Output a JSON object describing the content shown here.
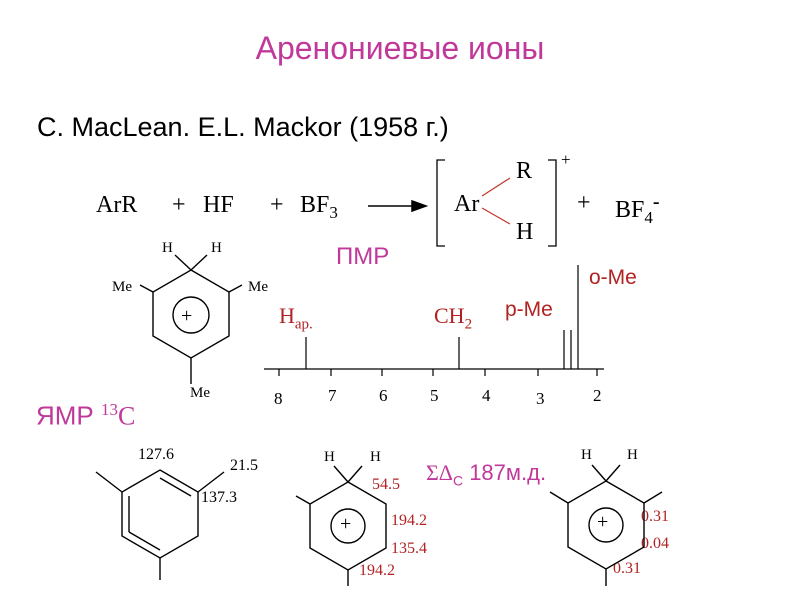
{
  "title": "Аренониевые ионы",
  "authors": "C. MacLean. E.L. Mackor (1958 г.)",
  "reaction": {
    "reactant1": "ArR",
    "plus1": "+",
    "reactant2": "HF",
    "plus2": "+",
    "reactant3_base": "BF",
    "reactant3_sub": "3",
    "complex_ar": "Ar",
    "complex_r": "R",
    "complex_h": "H",
    "complex_charge": "+",
    "plus3": "+",
    "product_base": "BF",
    "product_sub": "4",
    "product_charge": "-"
  },
  "mesitylenium": {
    "h_left": "H",
    "h_right": "H",
    "me_left": "Me",
    "me_right": "Me",
    "me_bottom": "Me",
    "charge": "+"
  },
  "pmr": {
    "label": "ПМР",
    "peaks": {
      "h_ar_base": "H",
      "h_ar_sub": "ap.",
      "ch2_base": "CH",
      "ch2_sub": "2",
      "p_me": "p-Me",
      "o_me": "o-Me"
    },
    "axis_ticks": [
      "8",
      "7",
      "6",
      "5",
      "4",
      "3",
      "2"
    ]
  },
  "cmr": {
    "label_base": "ЯМР ",
    "label_sup": "13",
    "label_end": "C",
    "mesitylene": {
      "shift_ch": "127.6",
      "shift_me": "21.5",
      "shift_cq": "137.3"
    },
    "ion": {
      "h_left": "H",
      "h_right": "H",
      "shift_ch2": "54.5",
      "shift_ortho": "194.2",
      "shift_meta": "135.4",
      "shift_para": "194.2",
      "charge": "+"
    },
    "sum_delta": {
      "sigma": "ΣΔ",
      "sub": "C",
      "value": " 187м.д."
    },
    "charges": {
      "h_left": "H",
      "h_right": "H",
      "q_ortho": "0.31",
      "q_meta": "0.04",
      "q_para": "0.31",
      "charge": "+"
    }
  }
}
